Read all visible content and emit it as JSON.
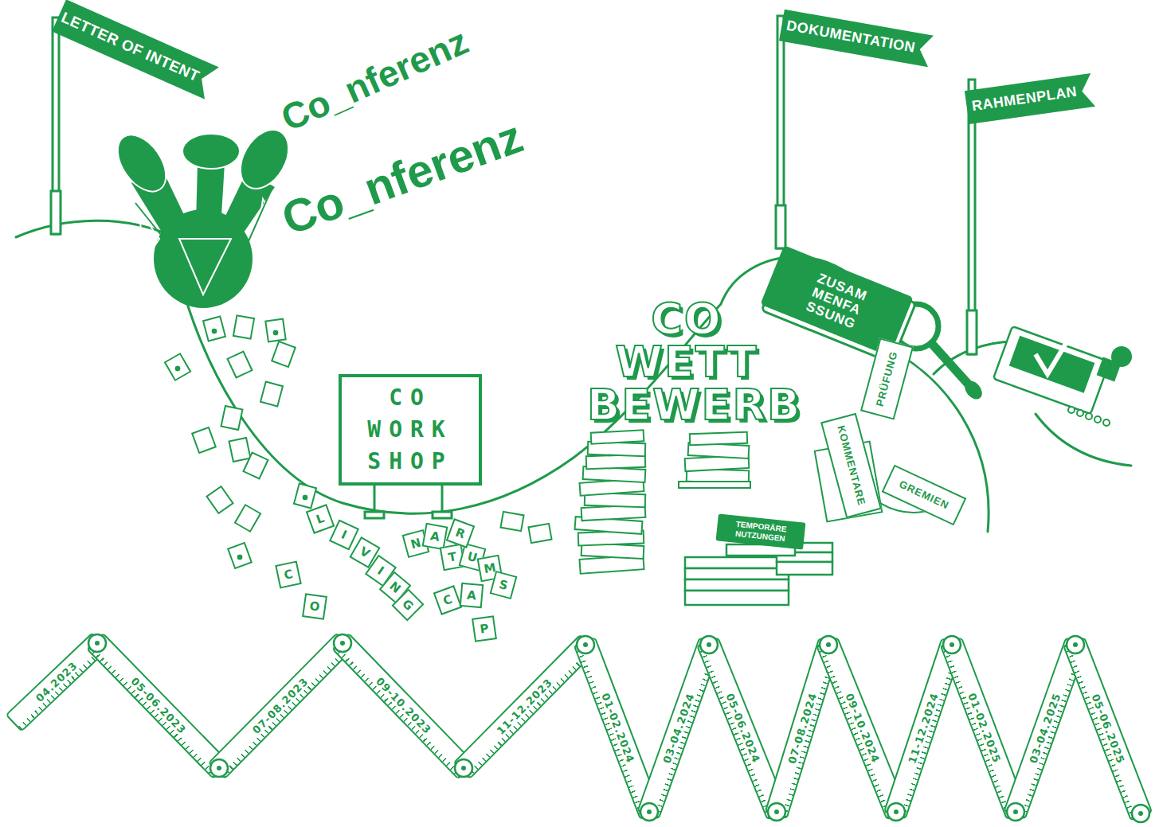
{
  "diagram": {
    "nodes": [
      {
        "text": [
          "LETTER OF INTENT"
        ]
      },
      {
        "text": [
          "DOKUMENTATION"
        ]
      },
      {
        "text": [
          "RAHMENPLAN"
        ]
      },
      {
        "text": [
          "CO WORK SHOP"
        ]
      },
      {
        "text": [
          "ZUSAM MENFA SSUNG"
        ]
      },
      {
        "text": [
          "PRÜFUNG"
        ]
      },
      {
        "text": [
          "KOMMENTARE"
        ]
      },
      {
        "text": [
          "GREMIEN"
        ]
      },
      {
        "text": [
          "TEMPORÄRE NUTZUNGEN"
        ]
      },
      {
        "text": [
          "C"
        ]
      },
      {
        "text": [
          "O"
        ]
      },
      {
        "text": [
          "L"
        ]
      },
      {
        "text": [
          "I"
        ]
      },
      {
        "text": [
          "V"
        ]
      },
      {
        "text": [
          "I"
        ]
      },
      {
        "text": [
          "N"
        ]
      },
      {
        "text": [
          "G"
        ]
      },
      {
        "text": [
          "N"
        ]
      },
      {
        "text": [
          "A"
        ]
      },
      {
        "text": [
          "T"
        ]
      },
      {
        "text": [
          "U"
        ]
      },
      {
        "text": [
          "R"
        ]
      },
      {
        "text": [
          "M"
        ]
      },
      {
        "text": [
          "C"
        ]
      },
      {
        "text": [
          "A"
        ]
      },
      {
        "text": [
          "S"
        ]
      },
      {
        "text": [
          "P"
        ]
      },
      {
        "text": [
          "04.2023"
        ]
      },
      {
        "text": [
          "05-06.2023"
        ]
      },
      {
        "text": [
          "07-08.2023"
        ]
      },
      {
        "text": [
          "09-10.2023"
        ]
      },
      {
        "text": [
          "11-12.2023"
        ]
      },
      {
        "text": [
          "01-02.2024"
        ]
      },
      {
        "text": [
          "03-04.2024"
        ]
      },
      {
        "text": [
          "05-06.2024"
        ]
      },
      {
        "text": [
          "07-08.2024"
        ]
      },
      {
        "text": [
          "09-10.2024"
        ]
      },
      {
        "text": [
          "11-12.2024"
        ]
      },
      {
        "text": [
          "01-02.2025"
        ]
      },
      {
        "text": [
          "03-04.2025"
        ]
      },
      {
        "text": [
          "05-06.2025"
        ]
      }
    ],
    "labels": [
      "Co_nferenz",
      "Co_nferenz",
      "CO WETT BEWERB"
    ]
  }
}
